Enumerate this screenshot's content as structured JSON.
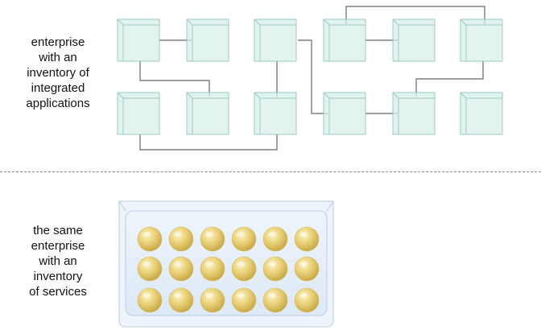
{
  "top_caption": [
    "enterprise",
    "with an",
    "inventory of",
    "integrated",
    "applications"
  ],
  "bottom_caption": [
    "the same",
    "enterprise",
    "with an",
    "inventory",
    "of services"
  ],
  "colors": {
    "cube_face": "#d5efe8",
    "cube_edge": "#9cc9c4",
    "connector": "#666666",
    "divider": "#888888",
    "tray": "#e3eef9",
    "tray_edge": "#b8cde4",
    "sphere_light": "#fdf5c8",
    "sphere_mid": "#ecd47e",
    "sphere_dark": "#c7a642"
  },
  "diagram": {
    "application_count": 12,
    "service_count": 18
  }
}
